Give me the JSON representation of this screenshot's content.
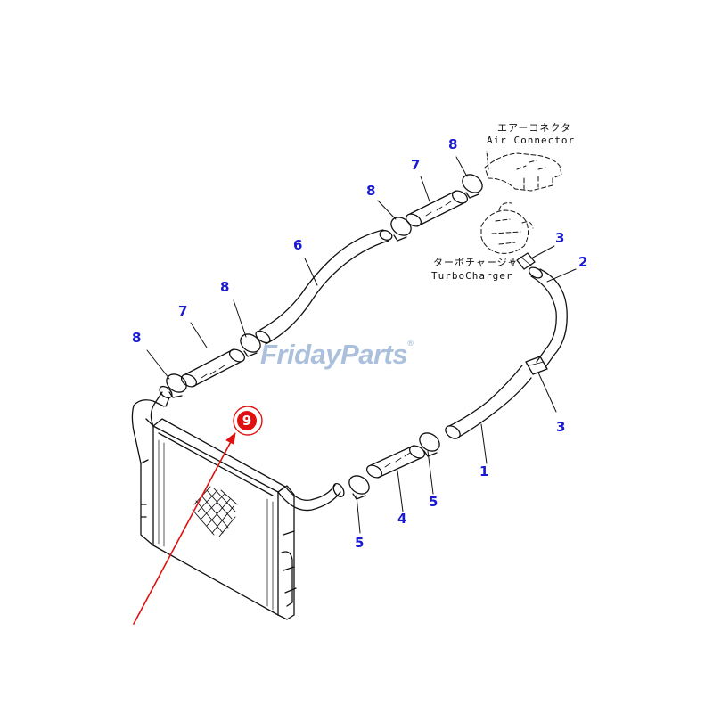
{
  "labels": {
    "p1": "1",
    "p2": "2",
    "p3a": "3",
    "p3b": "3",
    "p4": "4",
    "p5a": "5",
    "p5b": "5",
    "p6": "6",
    "p7a": "7",
    "p7b": "7",
    "p8a": "8",
    "p8b": "8",
    "p8c": "8",
    "p8d": "8",
    "p9": "9"
  },
  "notes": {
    "air_connector_jp": "エアーコネクタ",
    "air_connector_en": "Air Connector",
    "turbo_jp": "ターボチャージャ",
    "turbo_en": "TurboCharger"
  },
  "watermark": {
    "brand": "FridayParts",
    "reg": "®"
  },
  "colors": {
    "label_blue": "#1a1ad0",
    "highlight_red": "#e01010",
    "line_black": "#111111"
  }
}
